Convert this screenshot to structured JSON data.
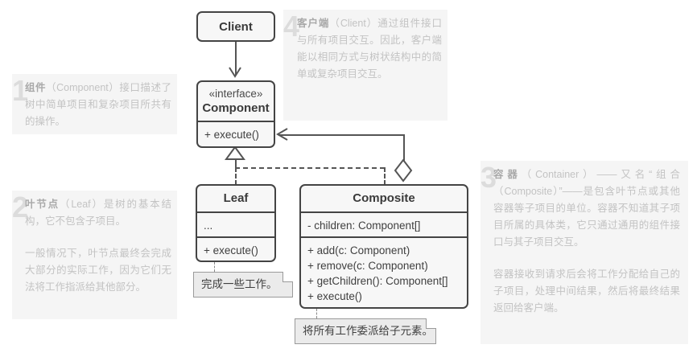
{
  "diagram": {
    "title": "Composite Pattern UML Structure",
    "colors": {
      "box_border": "#444444",
      "box_fill": "#f7f7f7",
      "panel_bg": "#f5f5f5",
      "annotation_text": "#c3c3c3",
      "annotation_term": "#a9a9a9",
      "annotation_number": "#dcdcdc",
      "connector": "#555555",
      "note_fill": "#ebebeb",
      "note_border": "#9a9a9a"
    }
  },
  "classes": {
    "client": {
      "name": "Client"
    },
    "component": {
      "stereotype": "«interface»",
      "name": "Component",
      "methods": [
        "+ execute()"
      ]
    },
    "leaf": {
      "name": "Leaf",
      "fields": [
        "..."
      ],
      "methods": [
        "+ execute()"
      ]
    },
    "composite": {
      "name": "Composite",
      "fields": [
        "- children: Component[]"
      ],
      "methods": [
        "+ add(c: Component)",
        "+ remove(c: Component)",
        "+ getChildren(): Component[]",
        "+ execute()"
      ]
    }
  },
  "notes": {
    "leaf_note": "完成一些工作。",
    "composite_note": "将所有工作委派给子元素。"
  },
  "annotations": [
    {
      "number": "1",
      "term": "组件",
      "rest": "（Component）接口描述了树中简单项目和复杂项目所共有的操作。",
      "paragraphs": []
    },
    {
      "number": "2",
      "term": "叶节点",
      "rest": "（Leaf）是树的基本结构，它不包含子项目。",
      "paragraphs": [
        "一般情况下，叶节点最终会完成大部分的实际工作，因为它们无法将工作指派给其他部分。"
      ]
    },
    {
      "number": "3",
      "term": "容器",
      "rest": "（Container）——又名“组合（Composite）”——是包含叶节点或其他容器等子项目的单位。容器不知道其子项目所属的具体类，它只通过通用的组件接口与其子项目交互。",
      "paragraphs": [
        "容器接收到请求后会将工作分配给自己的子项目，处理中间结果，然后将最终结果返回给客户端。"
      ]
    },
    {
      "number": "4",
      "term": "客户端",
      "rest": "（Client）通过组件接口与所有项目交互。因此，客户端能以相同方式与树状结构中的简单或复杂项目交互。",
      "paragraphs": []
    }
  ],
  "relations": {
    "client_to_component": "association-arrow",
    "leaf_realizes_component": "realization-dashed",
    "composite_realizes_component": "realization-dashed",
    "composite_aggregates_component": "aggregation-diamond"
  }
}
